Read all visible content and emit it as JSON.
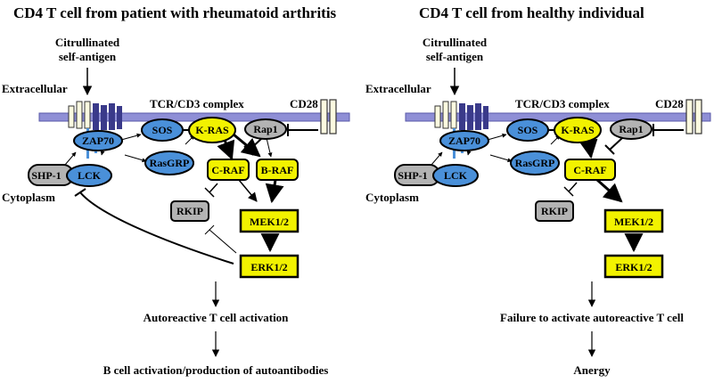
{
  "left_panel": {
    "title": "CD4 T cell from patient with rheumatoid arthritis",
    "antigen_line1": "Citrullinated",
    "antigen_line2": "self-antigen",
    "extracellular": "Extracellular",
    "tcr_label": "TCR/CD3 complex",
    "cd28_label": "CD28",
    "cytoplasm": "Cytoplasm",
    "nodes": {
      "sos": "SOS",
      "kras": "K-RAS",
      "rap1": "Rap1",
      "zap70": "ZAP70",
      "rasgrp": "RasGRP",
      "shp1": "SHP-1",
      "lck": "LCK",
      "craf": "C-RAF",
      "braf": "B-RAF",
      "rkip": "RKIP",
      "mek": "MEK1/2",
      "erk": "ERK1/2"
    },
    "outcome1": "Autoreactive T cell activation",
    "outcome2": "B cell activation/production of autoantibodies"
  },
  "right_panel": {
    "title": "CD4 T cell from healthy individual",
    "antigen_line1": "Citrullinated",
    "antigen_line2": "self-antigen",
    "extracellular": "Extracellular",
    "tcr_label": "TCR/CD3 complex",
    "cd28_label": "CD28",
    "cytoplasm": "Cytoplasm",
    "nodes": {
      "sos": "SOS",
      "kras": "K-RAS",
      "rap1": "Rap1",
      "zap70": "ZAP70",
      "rasgrp": "RasGRP",
      "shp1": "SHP-1",
      "lck": "LCK",
      "craf": "C-RAF",
      "rkip": "RKIP",
      "mek": "MEK1/2",
      "erk": "ERK1/2"
    },
    "outcome1": "Failure to activate autoreactive T cell",
    "outcome2": "Anergy"
  },
  "colors": {
    "blue_node": "#4a90d9",
    "yellow_node": "#f2f200",
    "gray_node": "#b3b3b3",
    "membrane": "#8f8fd6",
    "receptor_dark": "#3a3a8a",
    "receptor_light": "#fdfbe0"
  }
}
